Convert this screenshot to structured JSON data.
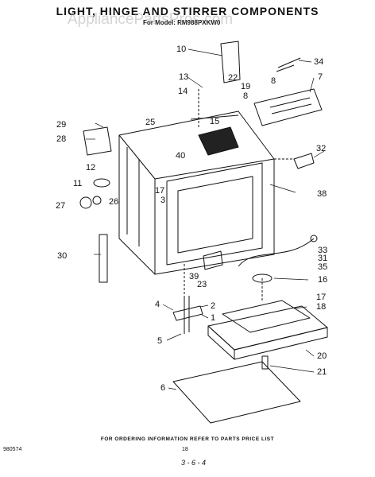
{
  "header": {
    "title": "LIGHT, HINGE AND STIRRER COMPONENTS",
    "model": "For Model: RM988PXKW0",
    "watermark": "AppliancePartsPros.com"
  },
  "callouts": [
    "10",
    "34",
    "13",
    "22",
    "7",
    "14",
    "19",
    "8",
    "8",
    "29",
    "25",
    "15",
    "28",
    "32",
    "40",
    "12",
    "11",
    "17",
    "38",
    "27",
    "26",
    "3",
    "33",
    "31",
    "30",
    "35",
    "16",
    "39",
    "23",
    "17",
    "18",
    "4",
    "2",
    "1",
    "5",
    "20",
    "21",
    "6"
  ],
  "footer": {
    "note": "FOR ORDERING INFORMATION REFER TO PARTS PRICE LIST",
    "code": "980574",
    "page": "18",
    "signature": "3 - 6 - 4"
  }
}
